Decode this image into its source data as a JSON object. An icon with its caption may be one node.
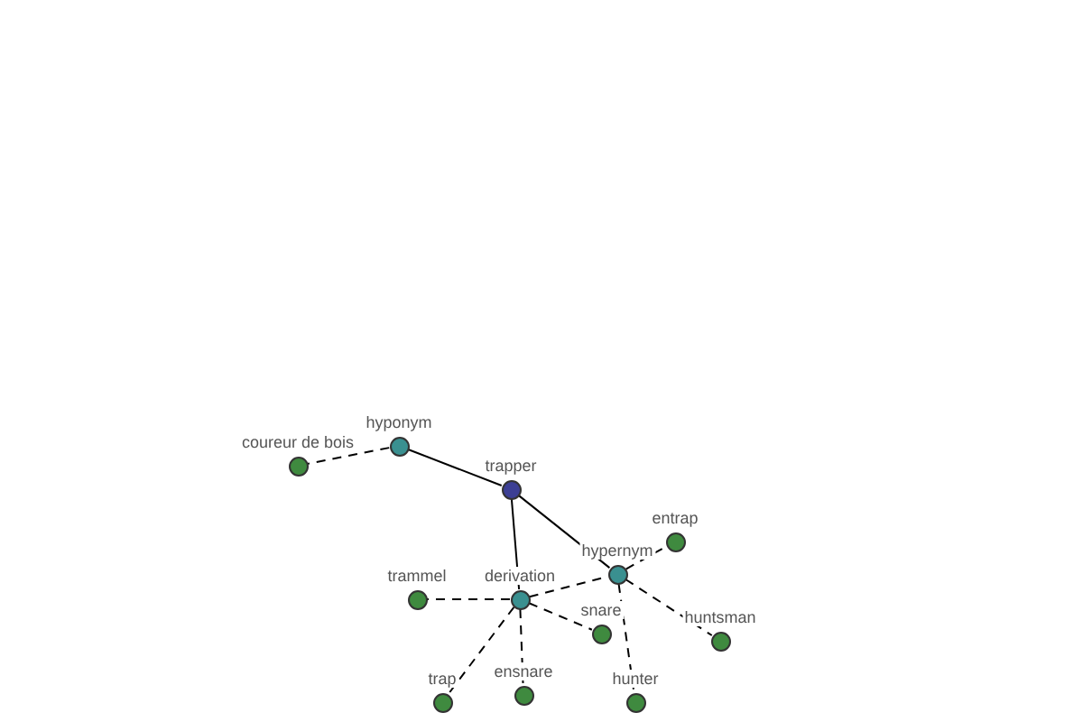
{
  "diagram": {
    "nodes": [
      {
        "text": [
          "hyponym"
        ]
      },
      {
        "text": [
          "coureur de bois"
        ]
      },
      {
        "text": [
          "trapper"
        ]
      },
      {
        "text": [
          "entrap"
        ]
      },
      {
        "text": [
          "trammel"
        ]
      },
      {
        "text": [
          "derivation"
        ]
      },
      {
        "text": [
          "hypernym"
        ]
      },
      {
        "text": [
          "snare"
        ]
      },
      {
        "text": [
          "huntsman"
        ]
      },
      {
        "text": [
          "trap"
        ]
      },
      {
        "text": [
          "ensnare"
        ]
      },
      {
        "text": [
          "hunter"
        ]
      }
    ],
    "edges": [
      {
        "from": 2,
        "to": 0,
        "arrow": "none"
      },
      {
        "from": 2,
        "to": 5,
        "arrow": "none"
      },
      {
        "from": 2,
        "to": 6,
        "arrow": "none"
      },
      {
        "from": 0,
        "to": 1,
        "arrow": "none",
        "style": "dashed"
      },
      {
        "from": 6,
        "to": 3,
        "arrow": "none",
        "style": "dashed"
      },
      {
        "from": 6,
        "to": 8,
        "arrow": "none",
        "style": "dashed"
      },
      {
        "from": 6,
        "to": 11,
        "arrow": "none",
        "style": "dashed"
      },
      {
        "from": 5,
        "to": 6,
        "arrow": "none",
        "style": "dashed"
      },
      {
        "from": 5,
        "to": 4,
        "arrow": "none",
        "style": "dashed"
      },
      {
        "from": 5,
        "to": 9,
        "arrow": "none",
        "style": "dashed"
      },
      {
        "from": 5,
        "to": 10,
        "arrow": "none",
        "style": "dashed"
      },
      {
        "from": 5,
        "to": 7,
        "arrow": "none",
        "style": "dashed"
      }
    ]
  }
}
